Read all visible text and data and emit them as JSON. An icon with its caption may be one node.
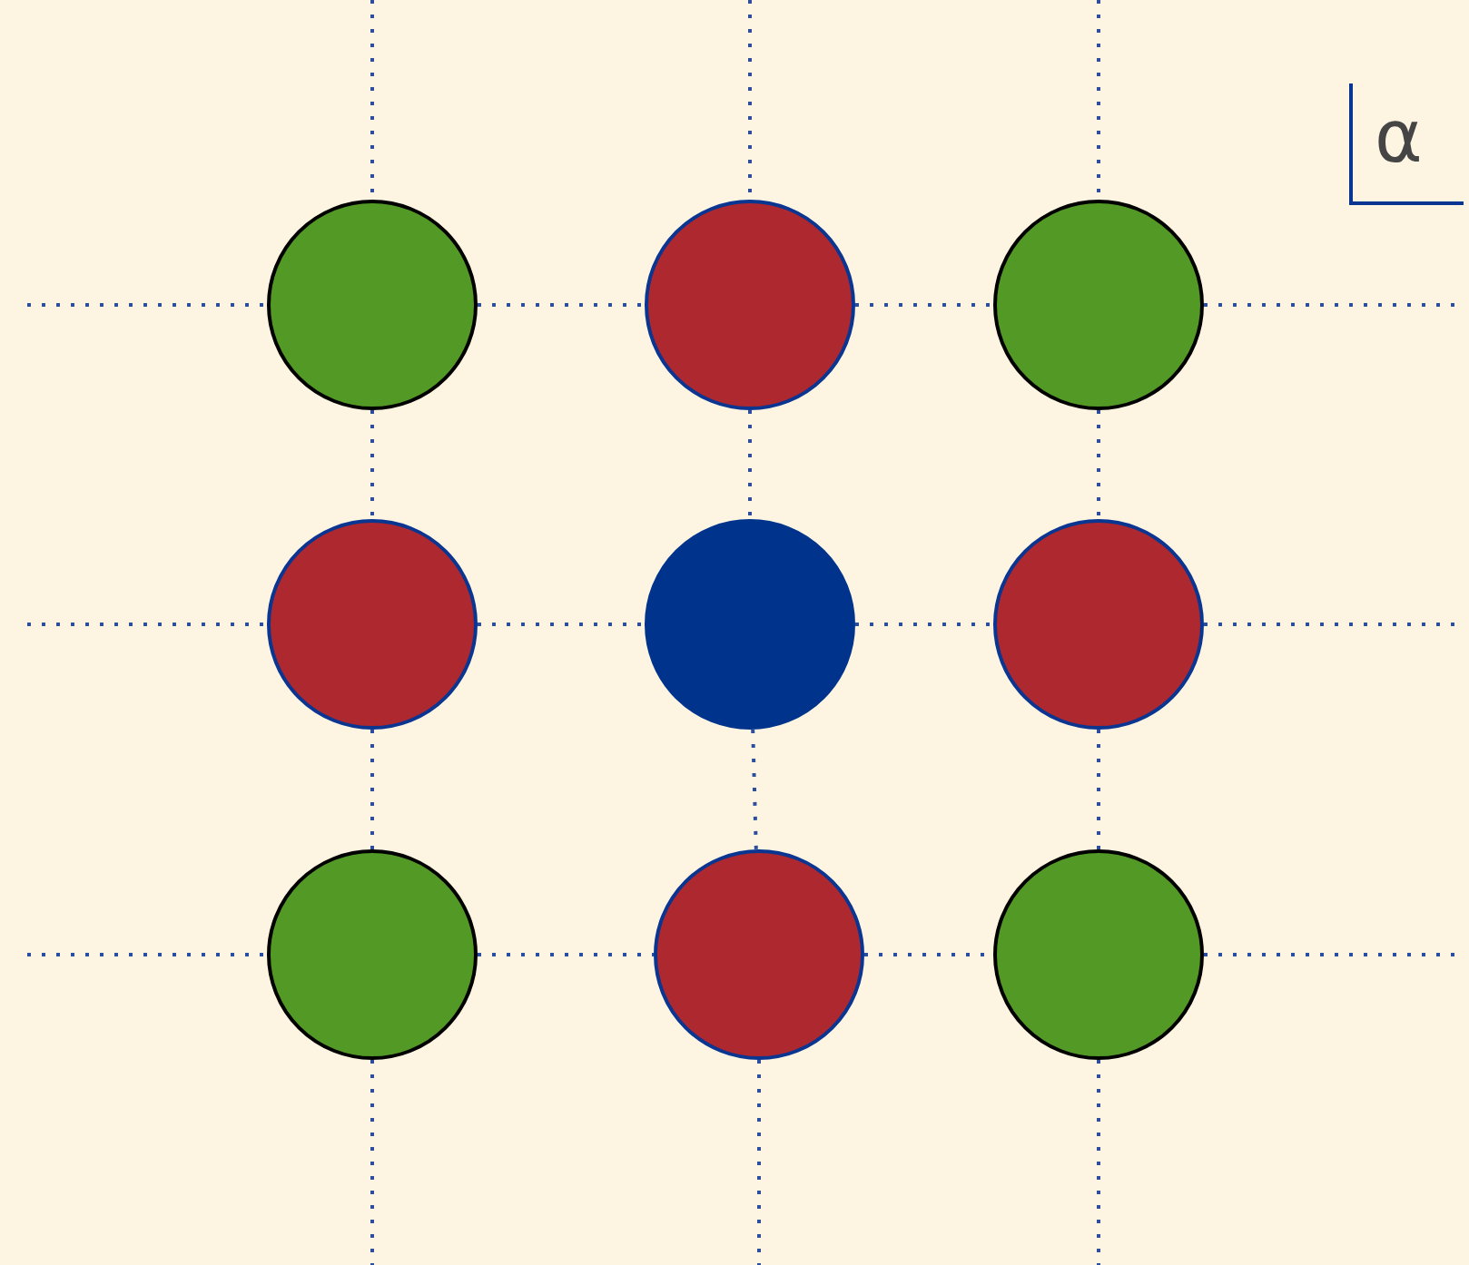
{
  "diagram": {
    "nodes": [
      {
        "text": [],
        "shape": "circle"
      },
      {
        "text": [],
        "shape": "circle"
      },
      {
        "text": [],
        "shape": "circle"
      },
      {
        "text": [],
        "shape": "circle"
      },
      {
        "text": [],
        "shape": "circle"
      },
      {
        "text": [],
        "shape": "circle"
      },
      {
        "text": [],
        "shape": "circle"
      },
      {
        "text": [],
        "shape": "circle"
      },
      {
        "text": [],
        "shape": "circle"
      }
    ],
    "edges": [
      {
        "from": null,
        "to": 0,
        "arrow": "none"
      },
      {
        "from": 0,
        "to": 1,
        "arrow": "none"
      },
      {
        "from": 1,
        "to": 2,
        "arrow": "none"
      },
      {
        "from": 2,
        "to": null,
        "arrow": "none"
      },
      {
        "from": null,
        "to": 3,
        "arrow": "none"
      },
      {
        "from": 3,
        "to": 4,
        "arrow": "none"
      },
      {
        "from": 4,
        "to": 5,
        "arrow": "none"
      },
      {
        "from": 5,
        "to": null,
        "arrow": "none"
      },
      {
        "from": null,
        "to": 6,
        "arrow": "none"
      },
      {
        "from": 6,
        "to": 7,
        "arrow": "none"
      },
      {
        "from": 7,
        "to": 8,
        "arrow": "none"
      },
      {
        "from": 8,
        "to": null,
        "arrow": "none"
      },
      {
        "from": null,
        "to": 0,
        "arrow": "none"
      },
      {
        "from": 0,
        "to": 3,
        "arrow": "none"
      },
      {
        "from": 3,
        "to": 6,
        "arrow": "none"
      },
      {
        "from": 6,
        "to": null,
        "arrow": "none"
      },
      {
        "from": null,
        "to": 1,
        "arrow": "none"
      },
      {
        "from": 1,
        "to": 4,
        "arrow": "none"
      },
      {
        "from": 4,
        "to": 7,
        "arrow": "none"
      },
      {
        "from": 7,
        "to": null,
        "arrow": "none"
      },
      {
        "from": null,
        "to": 2,
        "arrow": "none"
      },
      {
        "from": 2,
        "to": 5,
        "arrow": "none"
      },
      {
        "from": 5,
        "to": 8,
        "arrow": "none"
      },
      {
        "from": 8,
        "to": null,
        "arrow": "none"
      }
    ],
    "labels": [
      "α"
    ]
  }
}
